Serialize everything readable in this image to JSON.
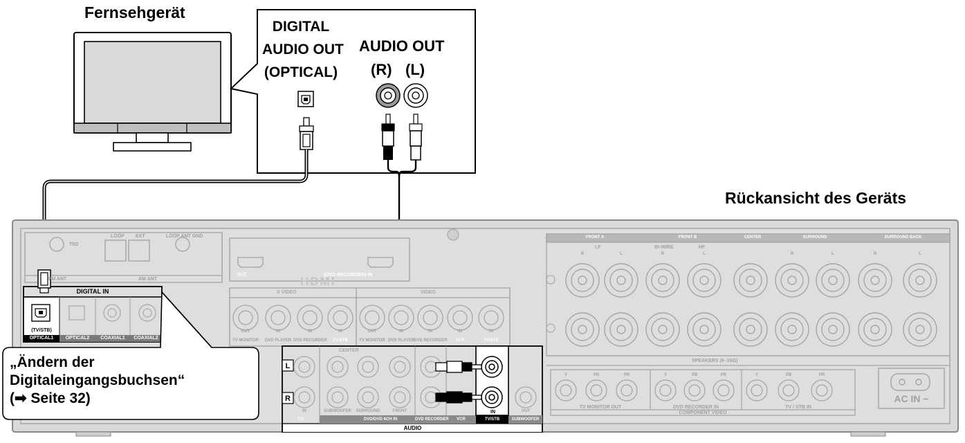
{
  "tv_label": "Fernsehgerät",
  "tv_panel": {
    "digital_audio_out": [
      "DIGITAL",
      "AUDIO OUT",
      "(OPTICAL)"
    ],
    "audio_out": "AUDIO OUT",
    "right_channel": "(R)",
    "left_channel": "(L)"
  },
  "rear_view_label": "Rückansicht des Geräts",
  "callout": {
    "line1": "„Ändern der",
    "line2": "Digitaleingangsbuchsen“",
    "line3": "(➡ Seite 32)"
  },
  "receiver": {
    "antenna": {
      "loop": "LOOP",
      "ext": "EXT",
      "loop_ant_gnd": "LOOP ANT GND",
      "fm_ant": "FM ANT",
      "am_ant": "AM ANT",
      "ohm": "75Ω"
    },
    "digital_in": {
      "header": "DIGITAL IN",
      "tv_stb": "(TV/STB)",
      "jacks": [
        "OPTICAL1",
        "OPTICAL2",
        "COAXIAL1",
        "COAXIAL2"
      ]
    },
    "hdmi": {
      "out": "OUT",
      "in": "(DVD RECORDER) IN",
      "logo": "HDMI"
    },
    "video": {
      "s_video": "S VIDEO",
      "video": "VIDEO",
      "io": [
        "OUT",
        "IN",
        "IN",
        "IN",
        "OUT",
        "IN",
        "IN",
        "IN",
        "IN"
      ],
      "labels": [
        "TV MONITOR",
        "DVD PLAYER",
        "DVD RECORDER",
        "TV/STB",
        "TV MONITOR",
        "DVD PLAYER",
        "DVD RECORDER",
        "VCR",
        "TV/STB"
      ]
    },
    "audio": {
      "header": "AUDIO",
      "left": "L",
      "right": "R",
      "center": "CENTER",
      "labels": [
        "CD",
        "DVD/DVD 6CH IN",
        "DVD RECORDER",
        "VCR",
        "TV/STB",
        "SUBWOOFER"
      ],
      "sub_labels": [
        "SUBWOOFER",
        "SURROUND",
        "FRONT"
      ],
      "in": "IN",
      "out": "OUT"
    },
    "speakers": {
      "groups": [
        "FRONT A",
        "FRONT B",
        "CENTER",
        "SURROUND",
        "SURROUND BACK"
      ],
      "lf": "LF",
      "bi_wire": "BI-WIRE",
      "hf": "HF",
      "ch_r": "R",
      "ch_l": "L",
      "footer": "SPEAKERS (6~16Ω)"
    },
    "component": {
      "y": "Y",
      "pb": "PB",
      "pr": "PR",
      "groups": [
        "TV MONITOR OUT",
        "DVD RECORDER IN",
        "TV / STB IN"
      ],
      "footer": "COMPONENT VIDEO"
    },
    "ac_in": "AC IN ~"
  }
}
